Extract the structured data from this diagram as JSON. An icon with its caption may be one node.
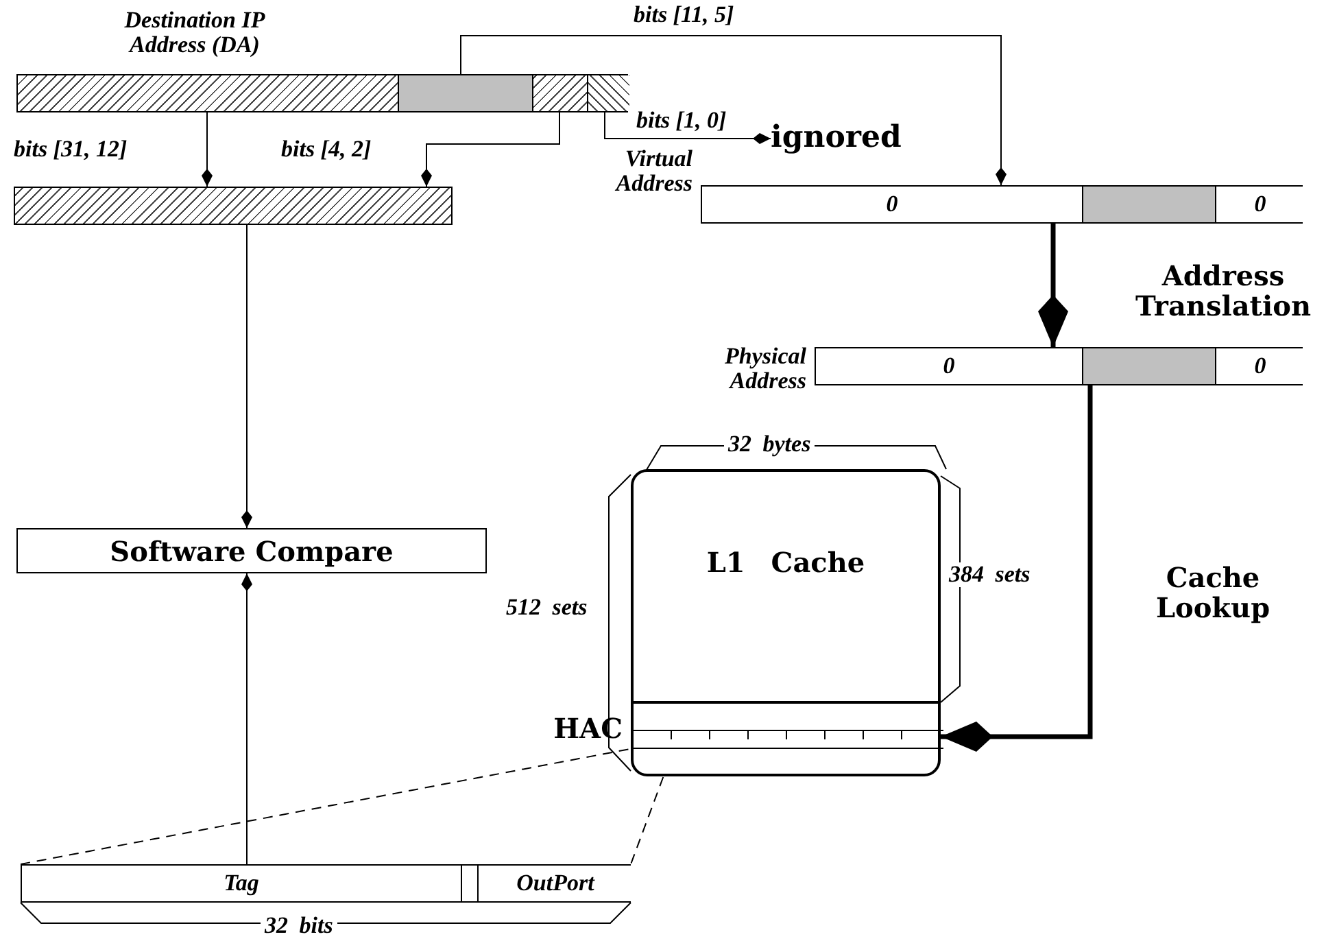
{
  "diagram": {
    "nodes": [
      {
        "text": [
          "Destination IP Address (DA)"
        ]
      },
      {
        "text": [],
        "shape": "bar"
      },
      {
        "text": [
          "ignored"
        ]
      },
      {
        "text": [
          "Virtual Address",
          "0",
          "0"
        ]
      },
      {
        "text": [
          "Physical Address",
          "0",
          "0"
        ]
      },
      {
        "text": [
          "Software Compare"
        ]
      },
      {
        "text": [
          "L1 Cache"
        ]
      },
      {
        "text": [
          "HAC"
        ],
        "in": 6
      },
      {
        "text": [
          "Tag",
          "OutPort"
        ]
      }
    ],
    "edges": [
      {
        "from": 0,
        "to": 1,
        "arrow": "to",
        "label": "bits [31, 12]"
      },
      {
        "from": 0,
        "to": 1,
        "arrow": "to",
        "label": "bits [4, 2]"
      },
      {
        "from": 0,
        "to": 2,
        "arrow": "to",
        "label": "bits [1, 0]"
      },
      {
        "from": 0,
        "to": 3,
        "arrow": "to",
        "label": "bits [11, 5]"
      },
      {
        "from": 3,
        "to": 4,
        "arrow": "to",
        "label": "Address Translation",
        "style": "thick"
      },
      {
        "from": 4,
        "to": 7,
        "arrow": "to",
        "label": "Cache Lookup",
        "style": "thick"
      },
      {
        "from": 1,
        "to": 5,
        "arrow": "to"
      },
      {
        "from": 8,
        "to": 5,
        "arrow": "to"
      },
      {
        "from": 7,
        "to": 8,
        "arrow": "none",
        "style": "dashed"
      },
      {
        "from": 7,
        "to": 8,
        "arrow": "none",
        "style": "dashed"
      }
    ],
    "labels": [
      "32 bytes",
      "512 sets",
      "384 sets",
      "32 bits"
    ]
  }
}
